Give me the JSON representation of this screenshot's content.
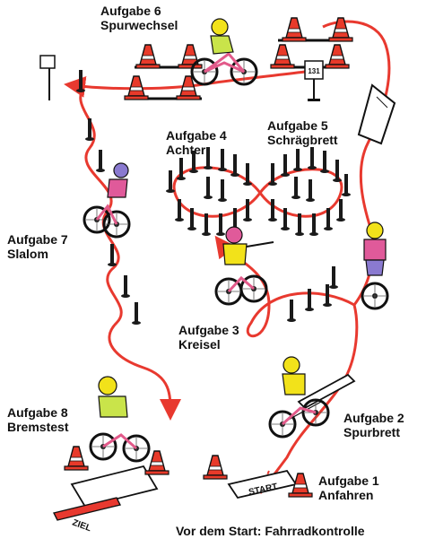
{
  "colors": {
    "track": "#e8392f",
    "cone": "#e83a2a",
    "post": "#1a1a1a",
    "helmet": "#f2e21a",
    "shirt_green": "#c9e44a",
    "shirt_pink": "#e05a9a",
    "shirt_purple": "#8a7ad0",
    "bike_frame": "#e25a8a",
    "text": "#111111"
  },
  "stations": [
    {
      "title": "Aufgabe 1",
      "name": "Anfahren"
    },
    {
      "title": "Aufgabe 2",
      "name": "Spurbrett"
    },
    {
      "title": "Aufgabe 3",
      "name": "Kreisel"
    },
    {
      "title": "Aufgabe 4",
      "name": "Achter"
    },
    {
      "title": "Aufgabe 5",
      "name": "Schrägbrett"
    },
    {
      "title": "Aufgabe 6",
      "name": "Spurwechsel"
    },
    {
      "title": "Aufgabe 7",
      "name": "Slalom"
    },
    {
      "title": "Aufgabe 8",
      "name": "Bremstest"
    }
  ],
  "start_label": "START",
  "finish_label": "ZIEL",
  "sign_number": "131",
  "footer": "Vor dem Start: Fahrradkontrolle",
  "icons": [
    "traffic-cone-icon",
    "bollard-post-icon",
    "cyclist-icon",
    "road-sign-icon",
    "ramp-board-icon",
    "track-board-icon"
  ]
}
